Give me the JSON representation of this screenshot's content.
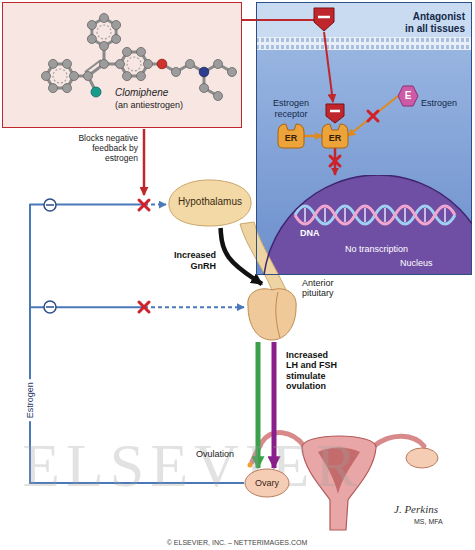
{
  "diagram": {
    "nodes": [
      {
        "text": [
          "Clomiphene",
          "(an antiestrogen)"
        ]
      },
      {
        "text": [
          "Antagonist in all tissues"
        ]
      },
      {
        "text": [
          "E",
          "Estrogen"
        ],
        "in": 1
      },
      {
        "text": [
          "ER",
          "Estrogen receptor"
        ],
        "in": 1
      },
      {
        "text": [
          "ER"
        ],
        "in": 1
      },
      {
        "text": [
          "DNA",
          "No transcription",
          "Nucleus"
        ],
        "in": 1
      },
      {
        "text": [
          "Hypothalamus"
        ]
      },
      {
        "text": [
          "Anterior pituitary"
        ]
      },
      {
        "text": [
          "Ovary"
        ]
      }
    ],
    "edges": [
      {
        "from": 0,
        "to": 1,
        "arrow": "none"
      },
      {
        "from": 3,
        "to": 4,
        "arrow": "to"
      },
      {
        "from": 2,
        "to": 4,
        "arrow": "to"
      },
      {
        "from": 4,
        "to": 5,
        "arrow": "to"
      },
      {
        "from": 6,
        "to": 7,
        "label": "Increased GnRH",
        "arrow": "to"
      },
      {
        "from": 7,
        "to": 8,
        "label": "Increased LH and FSH stimulate ovulation",
        "arrow": "to"
      },
      {
        "from": 7,
        "to": 8,
        "arrow": "to"
      },
      {
        "from": 8,
        "to": 6,
        "label": "Estrogen",
        "arrow": "to"
      },
      {
        "from": 8,
        "to": 7,
        "arrow": "to"
      }
    ],
    "labels": [
      "ELSEVIER",
      "Blocks negative feedback by estrogen",
      "Ovulation",
      "J. Perkins",
      "MS, MFA",
      "© ELSEVIER, INC. – NETTERIMAGES.COM"
    ]
  }
}
